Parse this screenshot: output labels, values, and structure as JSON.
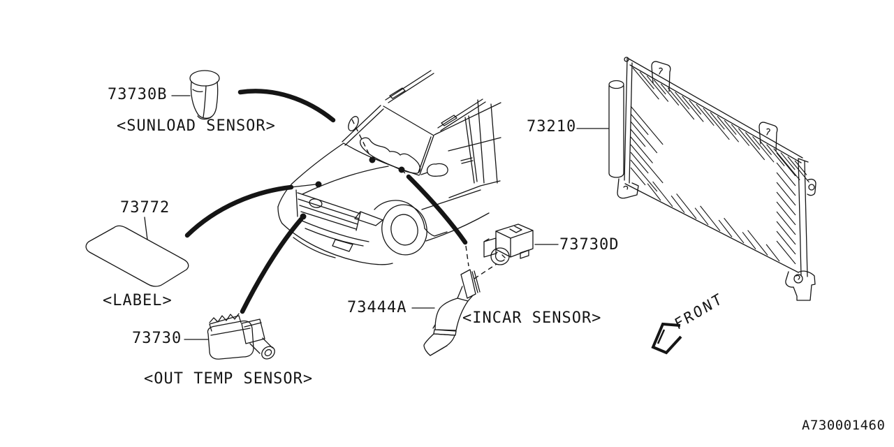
{
  "diagram": {
    "doc_id": "A730001460",
    "front_label": "FRONT",
    "ink_color": "#151515",
    "bg_color": "#ffffff",
    "labels": {
      "sunload_code": "73730B",
      "sunload_caption": "<SUNLOAD SENSOR>",
      "sticker_code": "73772",
      "sticker_caption": "<LABEL>",
      "outtemp_code": "73730",
      "outtemp_caption": "<OUT TEMP SENSOR>",
      "duct_code": "73444A",
      "incar_caption": "<INCAR SENSOR>",
      "incar_code": "73730D",
      "condenser_code": "73210"
    },
    "parts": [
      {
        "code": "73730B",
        "caption": "<SUNLOAD SENSOR>"
      },
      {
        "code": "73772",
        "caption": "<LABEL>"
      },
      {
        "code": "73730",
        "caption": "<OUT TEMP SENSOR>"
      },
      {
        "code": "73444A",
        "caption": "<INCAR SENSOR>"
      },
      {
        "code": "73730D",
        "caption": "<INCAR SENSOR>"
      },
      {
        "code": "73210",
        "caption": ""
      }
    ]
  }
}
